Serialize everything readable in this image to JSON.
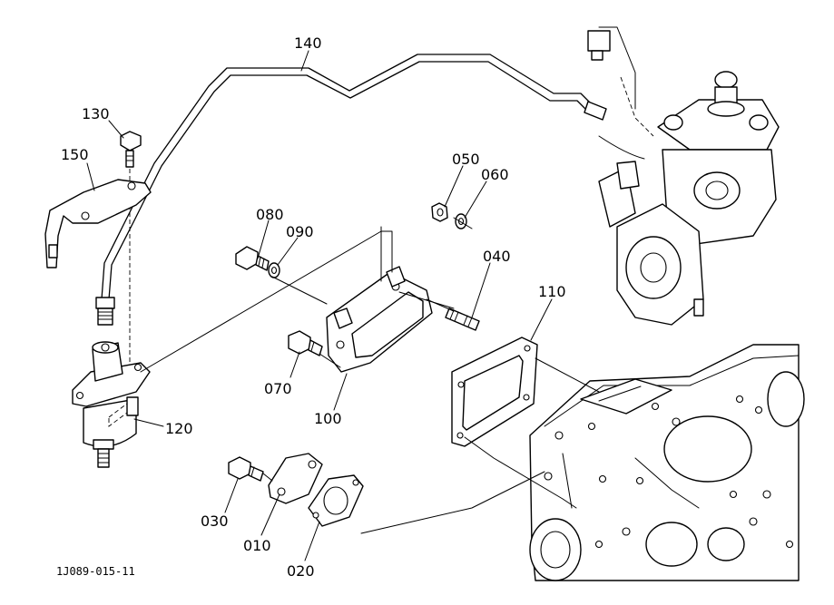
{
  "diagram": {
    "document_id": "1J089-015-11",
    "callouts": [
      "140",
      "130",
      "150",
      "050",
      "060",
      "080",
      "090",
      "040",
      "110",
      "070",
      "100",
      "120",
      "030",
      "010",
      "020"
    ]
  }
}
